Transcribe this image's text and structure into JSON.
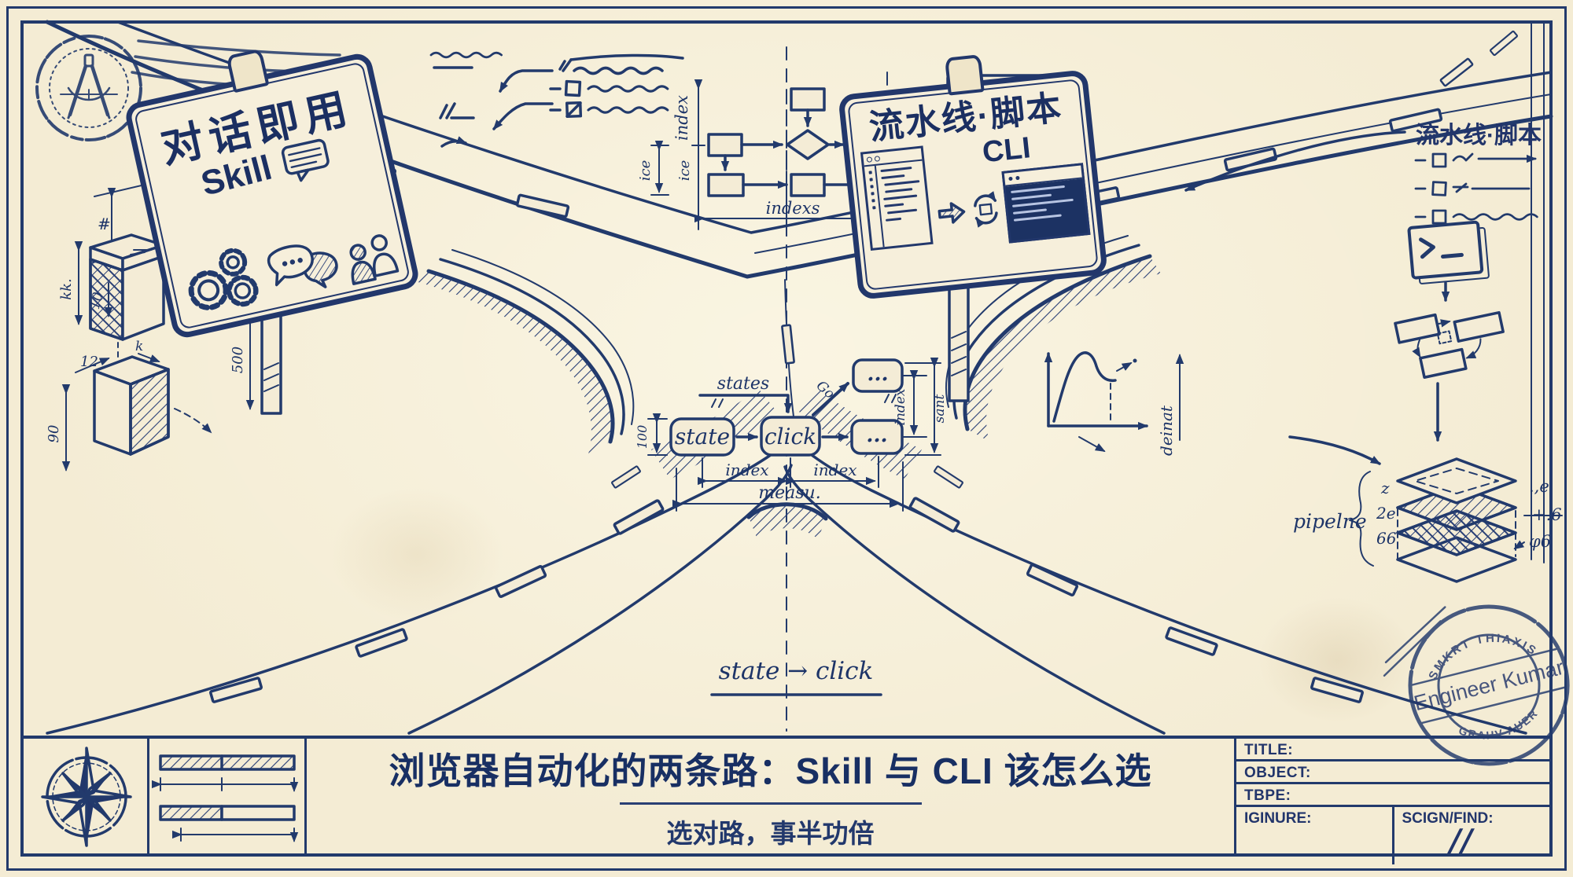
{
  "colors": {
    "ink": "#223a6c",
    "paper": "#f4ecd6",
    "terminal_bg": "#1c3263"
  },
  "signs": {
    "left": {
      "title": "对话即用",
      "subtitle": "Skill"
    },
    "right": {
      "title": "流水线·脚本",
      "subtitle": "CLI"
    }
  },
  "callout": {
    "title": "流水线·脚本"
  },
  "top_flowchart": {
    "dim_vertical": "index",
    "dim_left_a": "ice",
    "dim_left_b": "ice",
    "dim_bottom": "indexs"
  },
  "state_diagram": {
    "node_a": "state",
    "node_b": "click",
    "node_c": "...",
    "node_d": "...",
    "label_top": "states",
    "label_diagonal": "Go",
    "dim_left": "100",
    "dim_right_inner": "index",
    "dim_right_outer": "sant",
    "dim_bottom_a": "index",
    "dim_bottom_b": "index",
    "dim_bottom_total": "measu."
  },
  "right_details": {
    "dim_vertical": "deinat",
    "pipeline_label": "pipelne",
    "pipeline_values": [
      "z",
      "2e",
      "66"
    ],
    "layer_notes": [
      ".,e",
      "+.6",
      "φ6"
    ]
  },
  "left_details": {
    "dim_top": "#",
    "dim_post_outer": "kk.",
    "dim_post_inner": "10",
    "dim_cube_a": "12",
    "dim_cube_b": "k",
    "dim_cube_left": "90",
    "dim_pole": "500"
  },
  "road_note": {
    "text": "state → click"
  },
  "title_block": {
    "title": "浏览器自动化的两条路：Skill 与 CLI 该怎么选",
    "subtitle": "选对路，事半功倍",
    "fields": [
      {
        "label": "TITLE:"
      },
      {
        "label": "OBJECT:"
      },
      {
        "label": "TBPE:"
      },
      {
        "label": "IGINURE:"
      },
      {
        "label": "SCIGN/FIND:"
      }
    ],
    "sign_mark": "//"
  },
  "stamps": {
    "engineer_top": "SMKRT THIAXIS",
    "engineer_name": "Engineer Kumar",
    "engineer_bottom": "GRAHV AUER"
  }
}
